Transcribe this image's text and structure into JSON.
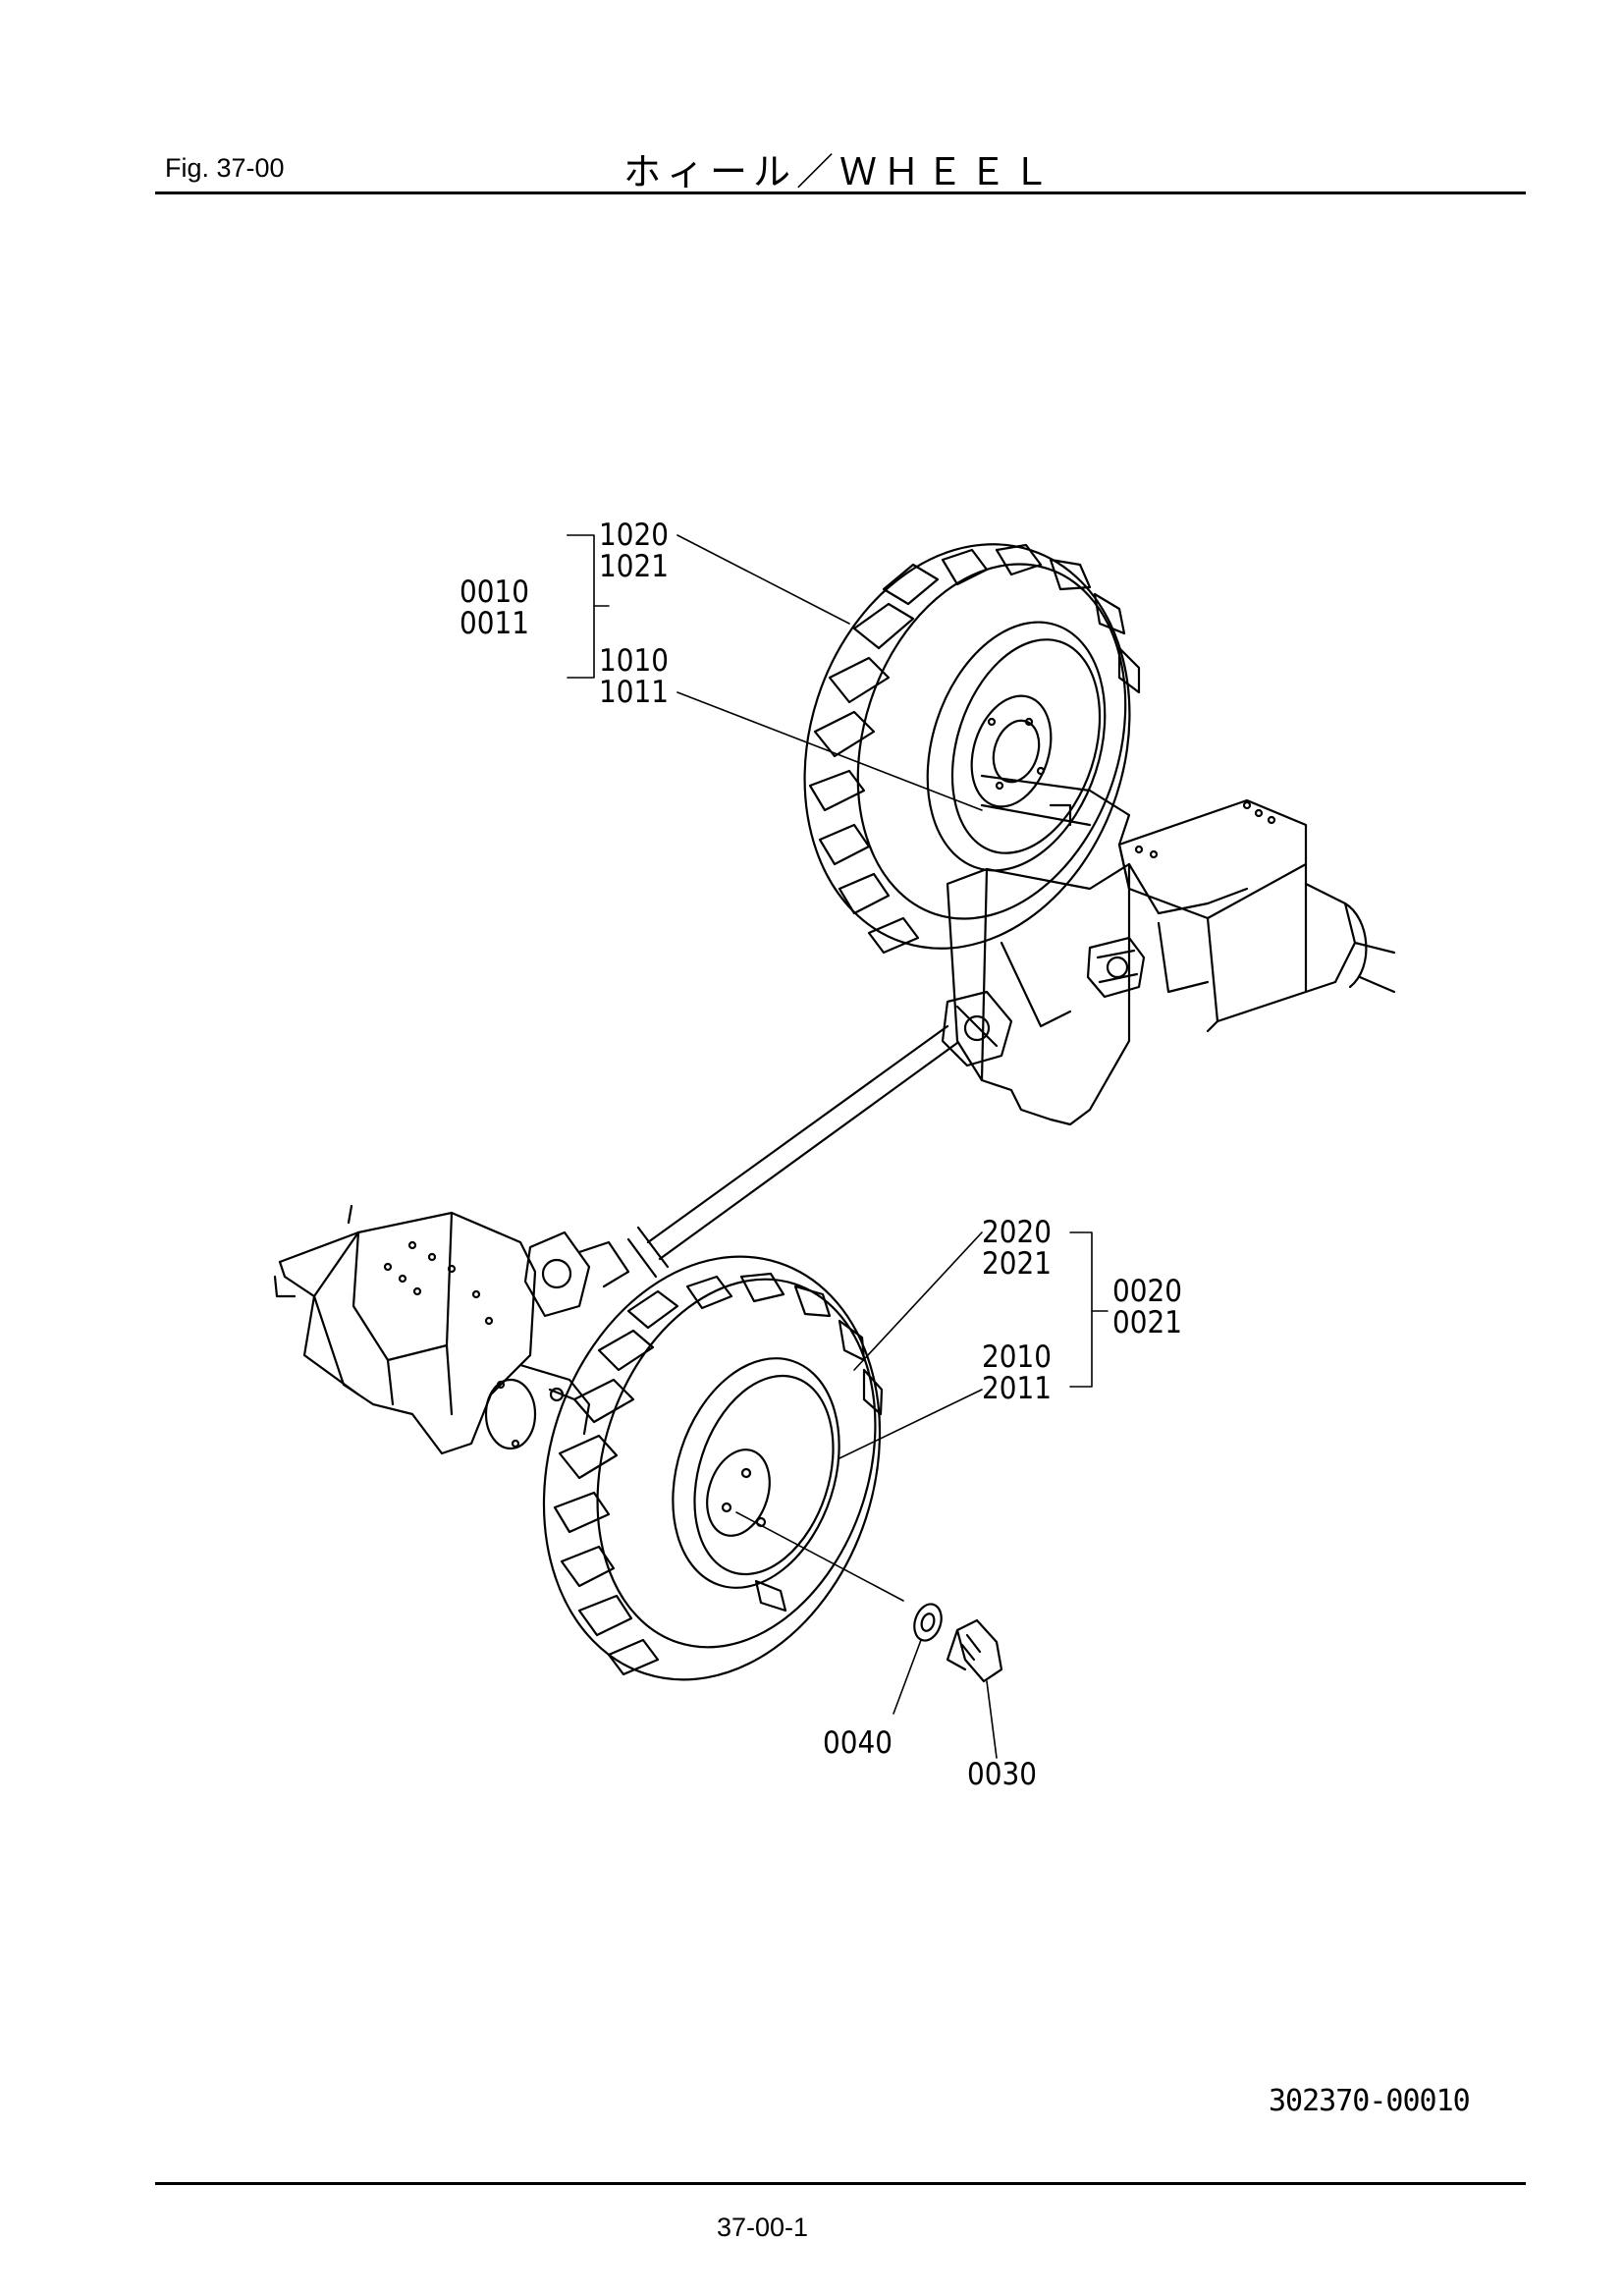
{
  "header": {
    "figure": "Fig.  37-00",
    "title": "ホィール／ＷＨＥＥＬ"
  },
  "callouts": {
    "p1020": "1020",
    "p1021": "1021",
    "p0010": "0010",
    "p0011": "0011",
    "p1010": "1010",
    "p1011": "1011",
    "p2020": "2020",
    "p2021": "2021",
    "p0020": "0020",
    "p0021": "0021",
    "p2010": "2010",
    "p2011": "2011",
    "p0040": "0040",
    "p0030": "0030"
  },
  "footer": {
    "drawing_number": "302370-00010",
    "page_number": "37-00-1"
  }
}
